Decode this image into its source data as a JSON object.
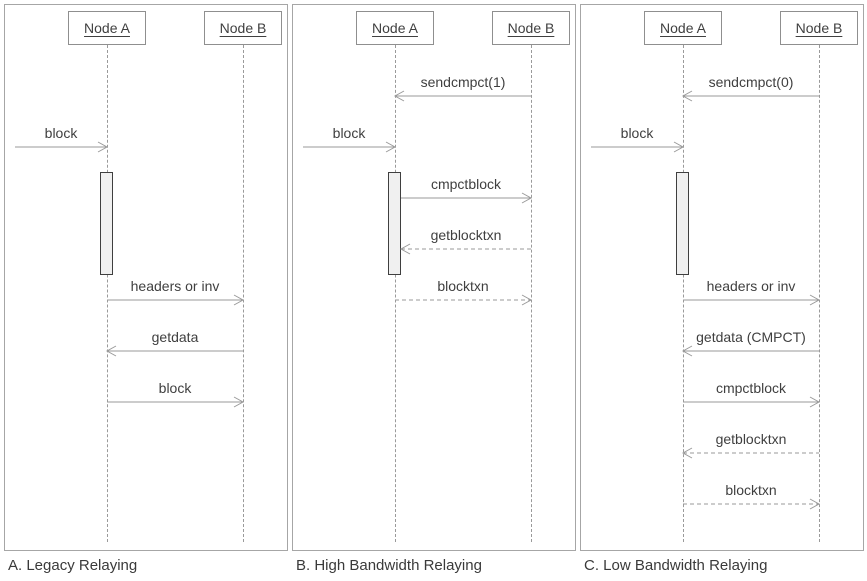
{
  "panels": [
    {
      "caption": "A. Legacy Relaying",
      "nodes": [
        {
          "label": "Node A"
        },
        {
          "label": "Node B"
        }
      ],
      "activation_bar": true,
      "messages": [
        {
          "label": "block",
          "from": "external",
          "to": "A",
          "line": "solid",
          "row": 1
        },
        {
          "label": "headers or inv",
          "from": "A",
          "to": "B",
          "line": "solid",
          "row": 4
        },
        {
          "label": "getdata",
          "from": "B",
          "to": "A",
          "line": "solid",
          "row": 5
        },
        {
          "label": "block",
          "from": "A",
          "to": "B",
          "line": "solid",
          "row": 6
        }
      ]
    },
    {
      "caption": "B. High Bandwidth Relaying",
      "nodes": [
        {
          "label": "Node A"
        },
        {
          "label": "Node B"
        }
      ],
      "activation_bar": true,
      "messages": [
        {
          "label": "sendcmpct(1)",
          "from": "B",
          "to": "A",
          "line": "solid",
          "row": 0
        },
        {
          "label": "block",
          "from": "external",
          "to": "A",
          "line": "solid",
          "row": 1
        },
        {
          "label": "cmpctblock",
          "from": "A",
          "to": "B",
          "line": "solid",
          "row": 2
        },
        {
          "label": "getblocktxn",
          "from": "B",
          "to": "A",
          "line": "dashed",
          "row": 3
        },
        {
          "label": "blocktxn",
          "from": "A",
          "to": "B",
          "line": "dashed",
          "row": 4
        }
      ]
    },
    {
      "caption": "C. Low Bandwidth Relaying",
      "nodes": [
        {
          "label": "Node A"
        },
        {
          "label": "Node B"
        }
      ],
      "activation_bar": true,
      "messages": [
        {
          "label": "sendcmpct(0)",
          "from": "B",
          "to": "A",
          "line": "solid",
          "row": 0
        },
        {
          "label": "block",
          "from": "external",
          "to": "A",
          "line": "solid",
          "row": 1
        },
        {
          "label": "headers or inv",
          "from": "A",
          "to": "B",
          "line": "solid",
          "row": 4
        },
        {
          "label": "getdata (CMPCT)",
          "from": "B",
          "to": "A",
          "line": "solid",
          "row": 5
        },
        {
          "label": "cmpctblock",
          "from": "A",
          "to": "B",
          "line": "solid",
          "row": 6
        },
        {
          "label": "getblocktxn",
          "from": "B",
          "to": "A",
          "line": "dashed",
          "row": 7
        },
        {
          "label": "blocktxn",
          "from": "A",
          "to": "B",
          "line": "dashed",
          "row": 8
        }
      ]
    }
  ],
  "colors": {
    "line": "#9a9a9a",
    "text": "#3f3f3f",
    "box_border": "#8f8f8f",
    "panel_border": "#a6a6a6",
    "activation_fill": "#f0f0f0",
    "activation_border": "#3f3f3f"
  }
}
